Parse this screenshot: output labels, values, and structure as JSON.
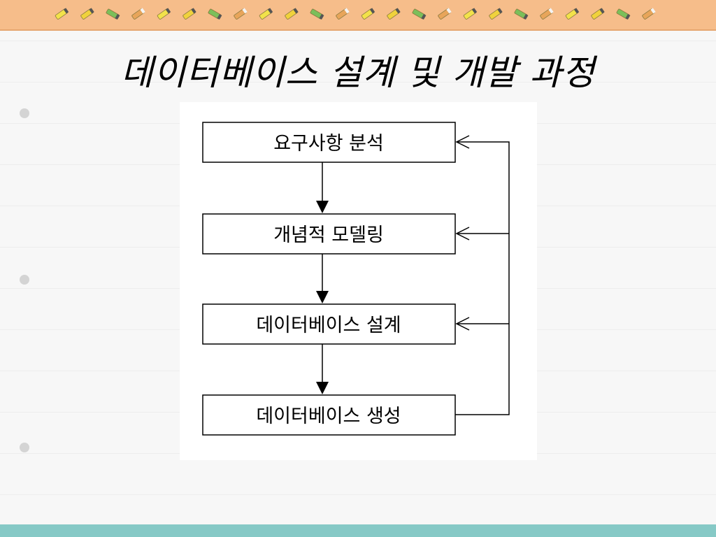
{
  "slide": {
    "title": "데이터베이스 설계 및 개발 과정"
  },
  "diagram": {
    "nodes": [
      {
        "id": "n1",
        "label": "요구사항 분석"
      },
      {
        "id": "n2",
        "label": "개념적 모델링"
      },
      {
        "id": "n3",
        "label": "데이터베이스 설계"
      },
      {
        "id": "n4",
        "label": "데이터베이스 생성"
      }
    ],
    "edges": [
      {
        "from": "n1",
        "to": "n2"
      },
      {
        "from": "n2",
        "to": "n3"
      },
      {
        "from": "n3",
        "to": "n4"
      },
      {
        "from": "n4",
        "to": "n1",
        "kind": "feedback"
      },
      {
        "from": "n4",
        "to": "n2",
        "kind": "feedback"
      },
      {
        "from": "n4",
        "to": "n3",
        "kind": "feedback"
      }
    ]
  }
}
